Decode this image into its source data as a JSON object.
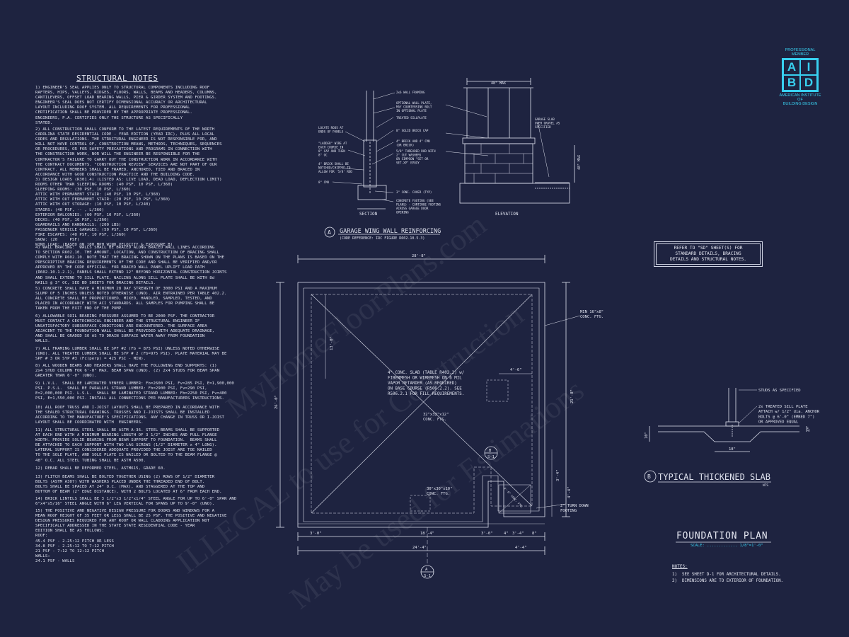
{
  "structural_notes": {
    "title": "STRUCTURAL NOTES",
    "paragraphs": [
      "1) ENGINEER'S SEAL APPLIES ONLY TO STRUCTURAL COMPONENTS INCLUDING ROOF\nRAFTERS, HIPS, VALLEYS, RIDGES, FLOORS, WALLS, BEAMS AND HEADERS, COLUMNS,\nCANTILEVERS, OFFSET LOAD BEARING WALLS, PIER & GIRDER SYSTEM AND FOOTINGS.\nENGINEER'S SEAL DOES NOT CERTIFY DIMENSIONAL ACCURACY OR ARCHITECTURAL\nLAYOUT INCLUDING ROOF SYSTEM. ALL REQUIREMENTS FOR PROFESSIONAL\nCERTIFICATION SHALL BE PROVIDED BY THE APPROPRIATE PROFESSIONAL.\nENGINEERS, P.A. CERTIFIES ONLY THE STRUCTURE AS SPECIFICALLY\nSTATED.",
      "2) ALL CONSTRUCTION SHALL CONFORM TO THE LATEST REQUIREMENTS OF THE NORTH\nCAROLINA STATE RESIDENTIAL CODE - YEAR EDITION (YEAR IRC), PLUS ALL LOCAL\nCODES AND REGULATIONS. THE STRUCTURAL ENGINEER IS NOT RESPONSIBLE FOR, AND\nWILL NOT HAVE CONTROL OF, CONSTRUCTION MEANS, METHODS, TECHNIQUES, SEQUENCES\nOR PROCEDURES, OR FOR SAFETY PRECAUTIONS AND PROGRAMS IN CONNECTION WITH\nTHE CONSTRUCTION WORK, NOR WILL THE ENGINEER BE RESPONSIBLE FOR THE\nCONTRACTOR'S FAILURE TO CARRY OUT THE CONSTRUCTION WORK IN ACCORDANCE WITH\nTHE CONTRACT DOCUMENTS. \"CONSTRUCTION REVIEW\" SERVICES ARE NOT PART OF OUR\nCONTRACT. ALL MEMBERS SHALL BE FRAMED, ANCHORED, TIED AND BRACED IN\nACCORDANCE WITH GOOD CONSTRUCTION PRACTICE AND THE BUILDING CODE.",
      "3) DESIGN LOADS (R301.4) (LISTED AS: LIVE LOAD, DEAD LOAD, DEFLECTION LIMIT)\nROOMS OTHER THAN SLEEPING ROOMS: (40 PSF, 10 PSF, L/360)\nSLEEPING ROOMS: (30 PSF, 10 PSF, L/360)\nATTIC WITH PERMANENT STAIR: (40 PSF, 10 PSF, L/360)\nATTIC WITH OUT PERMANENT STAIR: (20 PSF, 10 PSF, L/360)\nATTIC WITH OUT STORAGE: (10 PSF, 10 PSF, L/240)\nSTAIRS: (40 PSF, -- , L/360)\nEXTERIOR BALCONIES: (60 PSF, 10 PSF, L/360)\nDECKS: (40 PSF, 10 PSF, L/360)\nGUARDRAILS AND HANDRAILS: (200 LBS)\nPASSENGER VEHICLE GARAGES: (50 PSF, 10 PSF, L/360)\nFIRE ESCAPES: (40 PSF, 10 PSF, L/360)\nSNOW: (20     PSF)\nWIND LOAD: (BASED ON 100 MPH WIND VELOCITY & EXPOSURE B)",
      "4) WALL BRACING:  WALLS SHALL BE BRACED ALONG BRACED WALL LINES ACCORDING\nTO SECTION R602.10. THE AMOUNT, LOCATION, AND CONSTRUCTION OF BRACING SHALL\nCOMPLY WITH R602.10. NOTE THAT THE BRACING SHOWN ON THE PLANS IS BASED ON THE\nPRESCRIPTIVE BRACING REQUIREMENTS OF THE CODE AND SHALL BE VERIFIED AND/OR\nAPPROVED BY THE CODE OFFICIAL. FOR BRACED WALL PANEL UPLIFT LOAD PATH\n(R602.10.1.2.1), PANELS SHALL EXTEND 12\" BEYOND HORIZONTAL CONSTRUCTION JOINTS\nAND SHALL EXTEND TO SILL PLATE, NAILING ALONG SILL PLATE SHALL BE WITH 8d\nNAILS @ 3\" OC, SEE BD SHEETS FOR BRACING DETAILS.",
      "5) CONCRETE SHALL HAVE A MINIMUM 28 DAY STRENGTH OF 3000 PSI AND A MAXIMUM\nSLUMP OF 5 INCHES UNLESS NOTED OTHERWISE (UNO). AIR ENTRAINED PER TABLE 402.2.\nALL CONCRETE SHALL BE PROPORTIONED, MIXED, HANDLED, SAMPLED, TESTED, AND\nPLACED IN ACCORDANCE WITH ACI STANDARDS. ALL SAMPLES FOR PUMPING SHALL BE\nTAKEN FROM THE EXIT END OF THE PUMP.",
      "6) ALLOWABLE SOIL BEARING PRESSURE ASSUMED TO BE 2000 PSF. THE CONTRACTOR\nMUST CONTACT A GEOTECHNICAL ENGINEER AND THE STRUCTURAL ENGINEER IF\nUNSATISFACTORY SUBSURFACE CONDITIONS ARE ENCOUNTERED. THE SURFACE AREA\nADJACENT TO THE FOUNDATION WALL SHALL BE PROVIDED WITH ADEQUATE DRAINAGE,\nAND SHALL BE GRADED SO AS TO DRAIN SURFACE WATER AWAY FROM FOUNDATION\nWALLS.",
      "7) ALL FRAMING LUMBER SHALL BE SPF #2 (Fb = 875 PSI) UNLESS NOTED OTHERWISE\n(UNO). ALL TREATED LUMBER SHALL BE SYP # 2 (Fb=975 PSI). PLATE MATERIAL MAY BE\nSPF # 3 OR SYP #3 (Fc(perp) = 425 PSI - MIN).",
      "8) ALL WOODEN BEAMS AND HEADERS SHALL HAVE THE FOLLOWING END SUPPORTS: (1)\n2x4 STUD COLUMN FOR 6'-0\" MAX. BEAM SPAN (UNO). (2) 2x4 STUDS FOR BEAM SPAN\nGREATER THAN 6'-0\" (UNO).",
      "9) L.V.L.  SHALL BE LAMINATED VENEER LUMBER: Fb=2600 PSI, Fv=285 PSI, E=1,900,000\nPSI. P.S.L.  SHALL BE PARALLEL STRAND LUMBER: Fb=2900 PSI, Fv=290 PSI,\nE=2,000,000 PSI. L.S.L.  SHALL BE LAMINATED STRAND LUMBER: Fb=2250 PSI, Fv=400\nPSI, E=1,550,000 PSI. INSTALL ALL CONNECTIONS PER MANUFACTURERS INSTRUCTIONS.",
      "10) ALL ROOF TRUSS AND I-JOIST LAYOUTS SHALL BE PREPARED IN ACCORDANCE WITH\nTHE SEALED STRUCTURAL DRAWINGS. TRUSSES AND I-JOISTS SHALL BE INSTALLED\nACCORDING TO THE MANUFACTURE'S SPECIFICATIONS. ANY CHANGE IN TRUSS OR I-JOIST\nLAYOUT SHALL BE COORDINATED WITH  ENGINEERS.",
      "11) ALL STRUCTURAL STEEL SHALL BE ASTM A-36. STEEL BEAMS SHALL BE SUPPORTED\nAT EACH END WITH A MINIMUM BEARING LENGTH OF 3 1/2\" INCHES AND FULL FLANGE\nWIDTH. PROVIDE SOLID BEARING FROM BEAM SUPPORT TO FOUNDATION.  BEAMS SHALL\nBE ATTACHED TO EACH SUPPORT WITH TWO LAG SCREWS (1/2\" DIAMETER x 4\" LONG).\nLATERAL SUPPORT IS CONSIDERED ADEQUATE PROVIDED THE JOIST ARE TOE NAILED\nTO THE SOLE PLATE, AND SOLE PLATE IS NAILED OR BOLTED TO THE BEAM FLANGE @\n48\" O.C. ALL STEEL TUBING SHALL BE ASTM A500.",
      "12) REBAR SHALL BE DEFORMED STEEL, ASTM615, GRADE 60.",
      "13) FLITCH BEAMS SHALL BE BOLTED TOGETHER USING (2) ROWS OF 1/2\" DIAMETER\nBOLTS (ASTM A307) WITH WASHERS PLACED UNDER THE THREADED END OF BOLT.\nBOLTS SHALL BE SPACED AT 24\" O.C. (MAX), AND STAGGERED AT THE TOP AND\nBOTTOM OF BEAM (2\" EDGE DISTANCE), WITH 2 BOLTS LOCATED AT 6\" FROM EACH END.",
      "14) BRICK LINTELS SHALL BE 3 1/2\"x3 1/2\"x1/4\" STEEL ANGLE FOR UP TO 6'-0\" SPAN AND\n6\"x4\"x5/16\" STEEL ANGLE WITH 6\" LEG VERTICAL FOR SPANS UP TO 9'-0\" (UNO).",
      "15) THE POSITIVE AND NEGATIVE DESIGN PRESSURE FOR DOORS AND WINDOWS FOR A\nMEAN ROOF HEIGHT OF 35 FEET OR LESS SHALL BE 25 PSF. THE POSITIVE AND NEGATIVE\nDESIGN PRESSURES REQUIRED FOR ANY ROOF OR WALL CLADDING APPLICATION NOT\nSPECIFICALLY ADDRESSED IN THE STATE STATE RESIDENTIAL CODE - YEAR\nEDITION SHALL BE AS FOLLOWS:\nROOF:\n45.4 PSF - 2.25:12 PITCH OR LESS\n34.8 PSF - 2.25:12 TO 7:12 PITCH\n21 PSF - 7:12 TO 12:12 PITCH\nWALLS:\n24.1 PSF - WALLS"
    ]
  },
  "logo": {
    "top_line1": "PROFESSIONAL",
    "top_line2": "MEMBER",
    "letters": [
      "A",
      "I",
      "B",
      "D"
    ],
    "bottom_line1": "AMERICAN INSTITUTE",
    "bottom_line2": "OF",
    "bottom_line3": "BUILDING DESIGN"
  },
  "garage_detail": {
    "marker": "A",
    "title": "GARAGE WING WALL REINFORCING",
    "reference": "(CODE REFERENCE: IRC FIGURE R602.10.5.3)",
    "section_label": "SECTION",
    "elevation_label": "ELEVATION",
    "max_label": "48\" MAX",
    "height_label": "48\" MAX",
    "callouts_left": [
      "LOCATE RODS AT\nENDS OF PANELS",
      "\"LADDER\" WIRE AT\nEACH COURSE IN\n8\" CAP AND THEN\n8\" OC",
      "4\" BRICK SHALL BE\nNOTCHED/CHIPPED TO\nALLOW FOR '5/8' ROD",
      "8\" CMU"
    ],
    "callouts_mid": [
      "2x6 WALL FRAMING",
      "OPTIONAL WALL PLATE,\nMAY COUNTERSINK BOLT\nIN OPTIONAL PLATE",
      "TREATED SILLPLATE",
      "8\" SOLID BRICK CAP",
      "4\" BRICK AND 4\" CMU\n(OR BRICK)",
      "5/8\" THREADED ROD WITH\n2\" CUT WASHERS\nOR SIMPSON \"SET OR\nSET-XP\" EPOXY",
      "3\" CONC. COVER (TYP)",
      "CONCRETE FOOTING (SEE\nPLANS) - CONTINUE FOOTING\nACROSS GARAGE DOOR\nOPENING"
    ],
    "callouts_right": [
      "GARAGE SLAB\nOVER GRAVEL AS\nSPECIFIED"
    ]
  },
  "reference_note": "REFER TO \"SD\" SHEET(S) FOR\nSTANDARD DETAILS, BRACING\nDETAILS AND STRUCTURAL NOTES.",
  "plan": {
    "dim_top": "28'-8\"",
    "dim_left": "26'-0\"",
    "dim_right": "21'-8\"",
    "dim_13": "13'-0\"",
    "dim_4_6": "4'-6\"",
    "slab_note": "4\" CONC. SLAB (TABLE R402.2) w/\nFIBERMESH OR WIREMESH ON 6 MIL\nVAPOR RETARDER (AS REQUIRED)\nON BASE COURSE (R506.2.2). SEE\nR506.2.1 FOR FILL REQUIREMENTS.",
    "ftg_32": "32\"x32\"x12\"\nCONC. FTG.",
    "ftg_30": "30\"x30\"x10\"\nCONC. FTG.",
    "min_ftg": "MIN 16\"x8\"\nCONC. FTG.",
    "turn_down": "2\" TURN DOWN\nFOOTING",
    "dim_bottom": [
      "3'-0\"",
      "18'-4\"",
      "3'-0\"",
      "4\"",
      "3'-4\"",
      "8\""
    ],
    "dim_total": "24'-4\"",
    "dim_4_4": "4'-4\"",
    "dim_3_4": "3'-4\"",
    "dim_4_4v": "4'-4\"",
    "section_b": "B",
    "sheet_s1": "S-1",
    "section_a": "A",
    "sheet_a_s1": "S-1",
    "diag_label": "4'-0\" CONC. FTG."
  },
  "slab_detail": {
    "marker": "B",
    "title": "TYPICAL THICKENED SLAB",
    "nts": "NTS",
    "callout1": "STUDS AS SPECIFIED",
    "callout2": "2x  TREATED SILL PLATE\nATTACH w/ 1/2\" dia. ANCHOR\nBOLTS @ 6'-0\" (EMBED 7\")\nOR APPROVED EQUAL",
    "dim_10": "10\"",
    "dim_18": "18\"",
    "dim_4": "4\""
  },
  "foundation": {
    "title": "FOUNDATION PLAN",
    "scale": "SCALE: ............. 1/8\"=1'-0\"",
    "notes_title": "NOTES:",
    "notes": "1)  SEE SHEET D-1 FOR ARCHITECTURAL DETAILS.\n2)  DIMENSIONS ARE TO EXTERIOR OF FOUNDATION."
  },
  "watermark": {
    "line1": "ILLEGAL to use for Construction",
    "line2": "May be used for Estimations",
    "line3": "MyHomeFloorPlans.com"
  },
  "colors": {
    "background": "#1e2340",
    "linework": "#dfe2ee",
    "accent": "#38d0f0"
  }
}
